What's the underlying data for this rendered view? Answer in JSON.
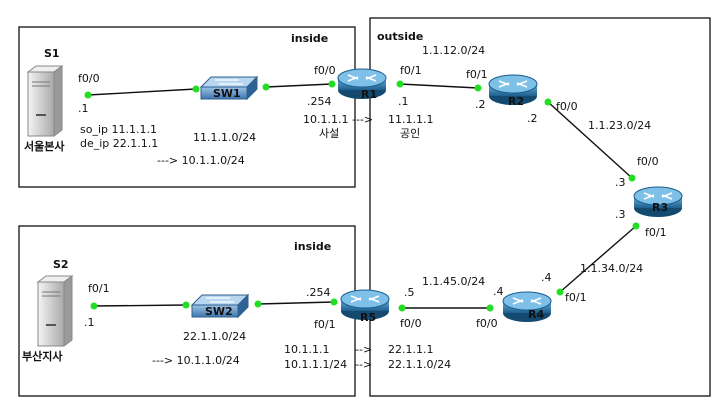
{
  "colors": {
    "link": "#111111",
    "port_dot": "#22dd22",
    "router_body": "#1f6fa0",
    "switch_body": "#5a8fc2",
    "server_body": "#d8d8d8"
  },
  "zones": {
    "inside_top": "inside",
    "inside_bottom": "inside",
    "outside": "outside"
  },
  "devices": {
    "s1": {
      "name": "S1",
      "caption": "서울본사"
    },
    "s2": {
      "name": "S2",
      "caption": "부산지사"
    },
    "sw1": {
      "name": "SW1"
    },
    "sw2": {
      "name": "SW2"
    },
    "r1": {
      "name": "R1"
    },
    "r2": {
      "name": "R2"
    },
    "r3": {
      "name": "R3"
    },
    "r4": {
      "name": "R4"
    },
    "r5": {
      "name": "R5"
    }
  },
  "labels": {
    "s1_port": "f0/0",
    "s1_host": ".1",
    "s1_so_ip": "so_ip 11.1.1.1",
    "s1_de_ip": "de_ip 22.1.1.1",
    "net_left_top": "11.1.1.0/24",
    "route_top": "---> 10.1.1.0/24",
    "r1_in_port": "f0/0",
    "r1_in_host": ".254",
    "r1_out_port": "f0/1",
    "r1_out_host": ".1",
    "nat_top_from": "10.1.1.1",
    "nat_top_arrow": "--->",
    "nat_top_to": "11.1.1.1",
    "nat_private": "사설",
    "nat_public": "공인",
    "net_r1_r2": "1.1.12.0/24",
    "r2_f01": "f0/1",
    "r2_host_left": ".2",
    "r2_f00": "f0/0",
    "r2_host_right": ".2",
    "net_r2_r3": "1.1.23.0/24",
    "r3_f00": "f0/0",
    "r3_host_top": ".3",
    "r3_host_bottom": ".3",
    "r3_f01": "f0/1",
    "net_r3_r4": "1.1.34.0/24",
    "r4_host_top": ".4",
    "r4_f01": "f0/1",
    "r4_host_left": ".4",
    "r4_f00": "f0/0",
    "net_r4_r5": "1.1.45.0/24",
    "r5_host_right": ".5",
    "r5_f00": "f0/0",
    "r5_in_host": ".254",
    "r5_f01": "f0/1",
    "s2_port": "f0/1",
    "s2_host": ".1",
    "net_left_bottom": "22.1.1.0/24",
    "route_bottom": "---> 10.1.1.0/24",
    "nat_b1_from": "10.1.1.1",
    "nat_b1_to": "22.1.1.1",
    "nat_b2_from": "10.1.1.1/24",
    "nat_b2_to": "22.1.1.0/24"
  }
}
